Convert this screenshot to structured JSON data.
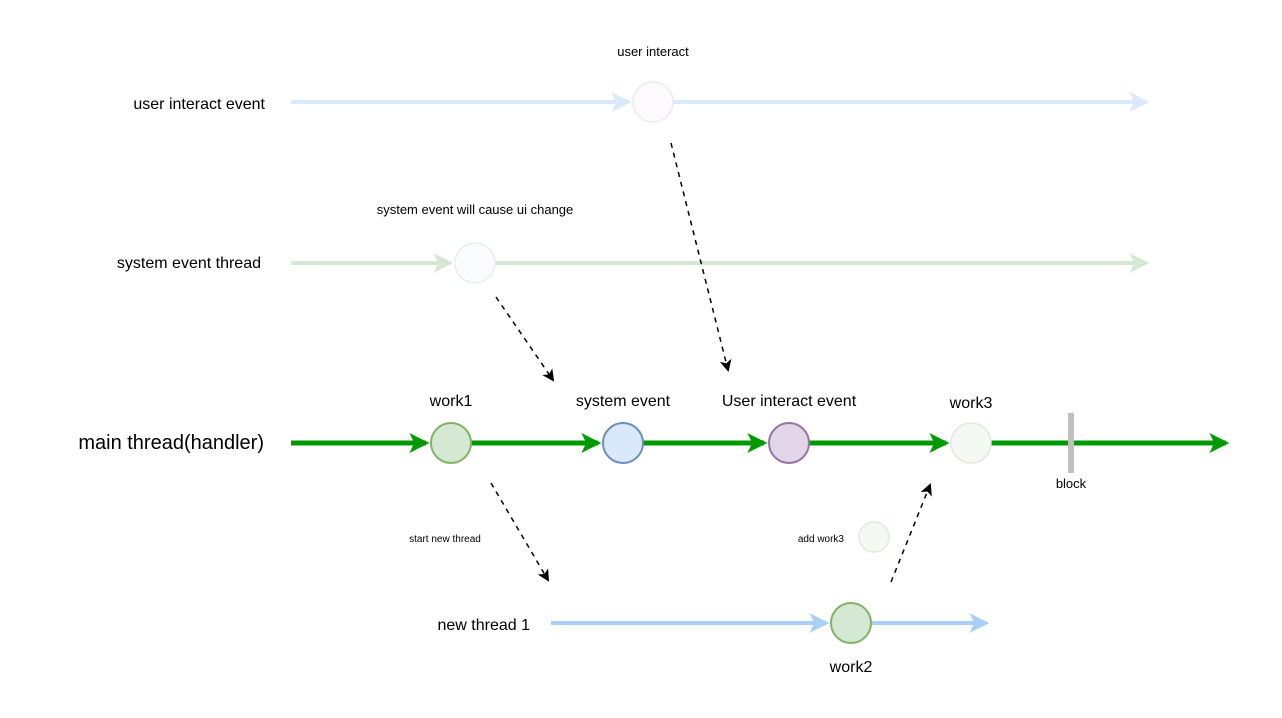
{
  "rows": {
    "user_event": {
      "label": "user interact event",
      "note": "user interact"
    },
    "system_event": {
      "label": "system event thread",
      "note": "system event will cause ui change"
    },
    "main_thread": {
      "label": "main thread(handler)",
      "nodes": {
        "work1": "work1",
        "system_event": "system event",
        "user_event": "User interact event",
        "work3": "work3"
      },
      "block_label": "block"
    },
    "new_thread": {
      "label": "new thread 1",
      "node": "work2",
      "start_note": "start new thread",
      "add_note": "add work3"
    }
  },
  "colors": {
    "main_line": "#009900",
    "user_line": "#dae8fc",
    "system_line": "#d5e8d4",
    "new_thread_line": "#a9d0f5",
    "work_fill": "#d5e8d4",
    "work_stroke": "#82b366",
    "system_fill": "#dae8fc",
    "system_stroke": "#6c8ebf",
    "user_fill": "#e1d5e7",
    "user_stroke": "#9673a6",
    "block": "#c0c0c0"
  }
}
